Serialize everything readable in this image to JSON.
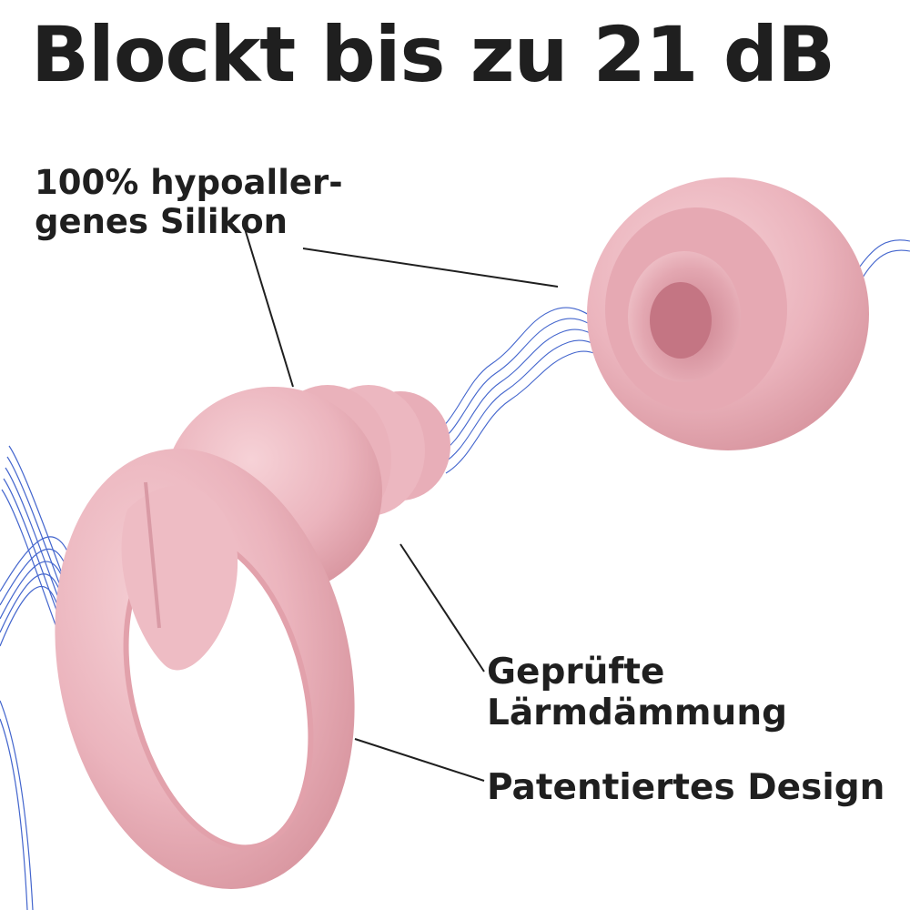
{
  "headline": "Blockt bis zu 21 dB",
  "callouts": {
    "material": {
      "line1": "100% hypoaller-",
      "line2": "genes Silikon"
    },
    "noise": {
      "line1": "Geprüfte",
      "line2": "Lärmdämmung"
    },
    "design": {
      "line1": "Patentiertes Design"
    }
  },
  "colors": {
    "text": "#1f1f1f",
    "earplug_pink": "#ebb4bd",
    "earplug_shadow": "#d8959f",
    "sound_wave_blue": "#2f55c8"
  },
  "icons": {
    "earplug": "earplug-illustration",
    "eartip": "eartip-illustration",
    "sound_wave": "sound-wave-illustration"
  }
}
